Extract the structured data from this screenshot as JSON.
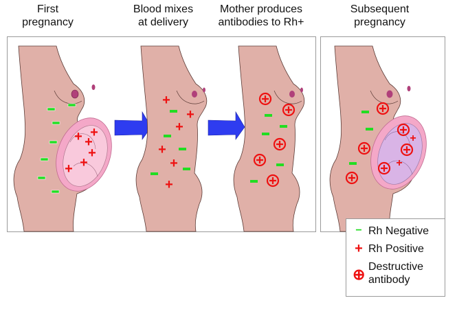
{
  "titles": [
    {
      "line1": "First",
      "line2": "pregnancy"
    },
    {
      "line1": "Blood mixes",
      "line2": "at delivery"
    },
    {
      "line1": "Mother produces",
      "line2": "antibodies to Rh+"
    },
    {
      "line1": "Subsequent",
      "line2": "pregnancy"
    }
  ],
  "colors": {
    "skin": "#e0b0a8",
    "outline": "#5a3a35",
    "nipple": "#b0407a",
    "uterus": "#f4a8c8",
    "uterus_inner": "#f7c4d8",
    "fetus_first": "#f9c9dc",
    "fetus_subsequent": "#d9b4e6",
    "arrow": "#2e3cf0",
    "rh_negative": "#22dd22",
    "rh_positive": "#ee1111",
    "antibody": "#ee1111"
  },
  "legend": {
    "items": [
      {
        "symbol": "−",
        "label": "Rh Negative",
        "type": "rh-negative"
      },
      {
        "symbol": "+",
        "label": "Rh Positive",
        "type": "rh-positive"
      },
      {
        "symbol": "⊕",
        "label_line1": "Destructive",
        "label_line2": "antibody",
        "type": "antibody"
      }
    ]
  }
}
